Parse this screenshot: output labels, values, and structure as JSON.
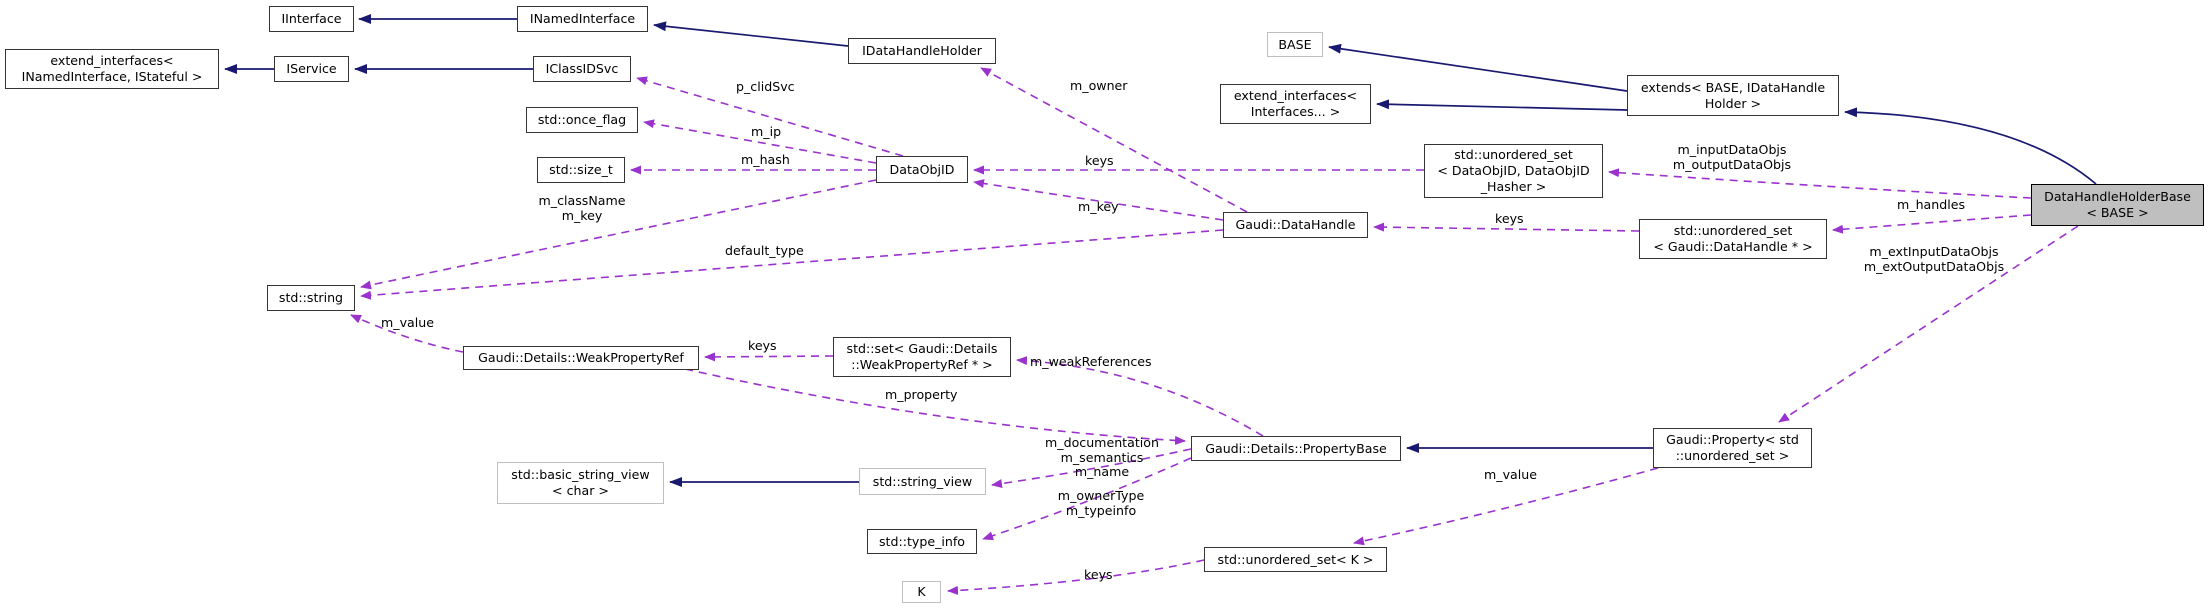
{
  "diagram": {
    "title": "DataHandleHolderBase< BASE > collaboration diagram",
    "type": "class-collaboration-graph",
    "colors": {
      "background": "#ffffff",
      "inheritance_edge": "#191970",
      "usage_edge": "#9a32cd",
      "node_border": "#353535",
      "template_node_border": "#bfbfbf",
      "highlight_node_fill": "#bfbfbf",
      "text": "#000000"
    },
    "nodes": {
      "iinterface": "IInterface",
      "inamedinterface": "INamedInterface",
      "extend_interfaces_stateful": "extend_interfaces<\nINamedInterface, IStateful >",
      "iservice": "IService",
      "iclassidsvc": "IClassIDSvc",
      "idatahandleholder": "IDataHandleHolder",
      "once_flag": "std::once_flag",
      "size_t": "std::size_t",
      "dataobjid": "DataObjID",
      "base": "BASE",
      "extend_interfaces_variadic": "extend_interfaces<\nInterfaces... >",
      "extends": "extends< BASE, IDataHandle\nHolder >",
      "uset_dataobjid": "std::unordered_set\n< DataObjID, DataObjID\n_Hasher >",
      "datahandle": "Gaudi::DataHandle",
      "uset_datahandle": "std::unordered_set\n< Gaudi::DataHandle * >",
      "datahandleholderbase": "DataHandleHolderBase\n< BASE >",
      "stdstring": "std::string",
      "weakpropertyref": "Gaudi::Details::WeakPropertyRef",
      "set_weakpropertyref": "std::set< Gaudi::Details\n::WeakPropertyRef * >",
      "basic_string_view": "std::basic_string_view\n< char >",
      "string_view": "std::string_view",
      "type_info": "std::type_info",
      "k": "K",
      "propertybase": "Gaudi::Details::PropertyBase",
      "uset_k": "std::unordered_set< K >",
      "property": "Gaudi::Property< std\n::unordered_set >"
    },
    "edge_labels": {
      "p_clidsvc": "p_clidSvc",
      "m_ip": "m_ip",
      "m_hash": "m_hash",
      "m_classname_key": "m_className\nm_key",
      "m_key": "m_key",
      "m_owner": "m_owner",
      "default_type": "default_type",
      "keys_dataobjid": "keys",
      "keys_datahandle": "keys",
      "m_input_output": "m_inputDataObjs\nm_outputDataObjs",
      "m_handles": "m_handles",
      "m_ext_input_output": "m_extInputDataObjs\nm_extOutputDataObjs",
      "m_value_weak": "m_value",
      "keys_weak": "keys",
      "m_weakreferences": "m_weakReferences",
      "m_property": "m_property",
      "m_doc_sem_name": "m_documentation\nm_semantics\nm_name",
      "m_ownertype_typeinfo": "m_ownerType\nm_typeinfo",
      "m_value_property": "m_value",
      "keys_k": "keys"
    }
  }
}
